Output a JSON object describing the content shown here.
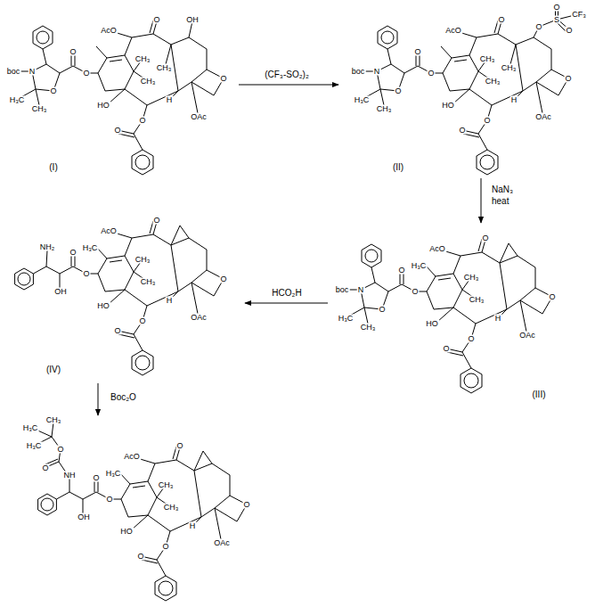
{
  "diagram": {
    "nodes": [
      {
        "text": [
          "AcO",
          "O",
          "CH₃",
          "CH₃",
          "HO",
          "H",
          "O",
          "O",
          "O",
          "OAc",
          "O",
          "OH",
          "CH₃",
          "O",
          "N",
          "boc",
          "O",
          "H₃C",
          "CH₃",
          "(I)"
        ]
      },
      {
        "text": [
          "AcO",
          "O",
          "CH₃",
          "CH₃",
          "HO",
          "H",
          "O",
          "O",
          "O",
          "OAc",
          "O",
          "O",
          "S",
          "O",
          "O",
          "CF₃",
          "CH₃",
          "O",
          "N",
          "boc",
          "O",
          "H₃C",
          "CH₃",
          "(II)"
        ]
      },
      {
        "text": [
          "AcO",
          "O",
          "CH₃",
          "CH₃",
          "HO",
          "H",
          "O",
          "O",
          "O",
          "OAc",
          "O",
          "H₃C",
          "O",
          "N",
          "boc",
          "O",
          "H₃C",
          "CH₃",
          "(III)"
        ]
      },
      {
        "text": [
          "AcO",
          "O",
          "CH₃",
          "CH₃",
          "HO",
          "H",
          "O",
          "O",
          "O",
          "OAc",
          "O",
          "H₃C",
          "O",
          "OH",
          "NH₂",
          "(IV)"
        ]
      },
      {
        "text": [
          "AcO",
          "O",
          "CH₃",
          "CH₃",
          "HO",
          "H",
          "O",
          "O",
          "O",
          "OAc",
          "O",
          "H₃C",
          "O",
          "OH",
          "NH",
          "O",
          "O",
          "CH₃",
          "H₃C",
          "H₃C"
        ]
      }
    ],
    "edges": [
      {
        "from": 0,
        "to": 1,
        "arrow": "to",
        "label": "(CF₃-SO₂)₂"
      },
      {
        "from": 1,
        "to": 2,
        "arrow": "to",
        "label": "NaN₃ heat"
      },
      {
        "from": 2,
        "to": 3,
        "arrow": "to",
        "label": "HCO₂H"
      },
      {
        "from": 3,
        "to": 4,
        "arrow": "to",
        "label": "Boc₂O"
      }
    ]
  }
}
